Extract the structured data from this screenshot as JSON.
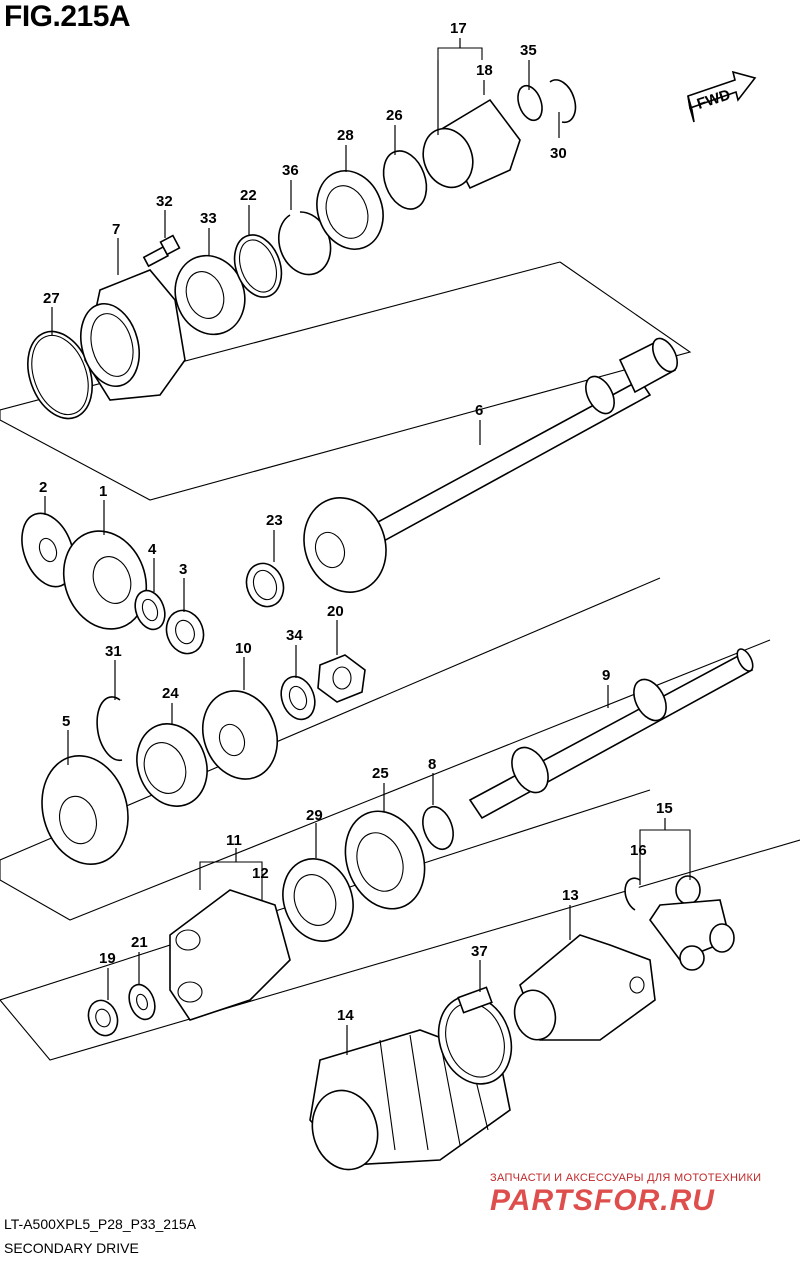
{
  "figure": {
    "title": "FIG.215A"
  },
  "direction_marker": {
    "label": "FWD"
  },
  "footer": {
    "code": "LT-A500XPL5_P28_P33_215A",
    "caption": "SECONDARY DRIVE"
  },
  "watermark": {
    "tagline": "ЗАПЧАСТИ И АКСЕССУАРЫ ДЛЯ МОТОТЕХНИКИ",
    "brand": "PARTSFOR.RU"
  },
  "callouts": {
    "c1": "1",
    "c2": "2",
    "c3": "3",
    "c4": "4",
    "c5": "5",
    "c6": "6",
    "c7": "7",
    "c8": "8",
    "c9": "9",
    "c10": "10",
    "c11": "11",
    "c12": "12",
    "c13": "13",
    "c14": "14",
    "c15": "15",
    "c16": "16",
    "c17": "17",
    "c18": "18",
    "c19": "19",
    "c20": "20",
    "c21": "21",
    "c22": "22",
    "c23": "23",
    "c24": "24",
    "c25": "25",
    "c26": "26",
    "c27": "27",
    "c28": "28",
    "c29": "29",
    "c30": "30",
    "c31": "31",
    "c32": "32",
    "c33": "33",
    "c34": "34",
    "c35": "35",
    "c36": "36",
    "c37": "37"
  }
}
